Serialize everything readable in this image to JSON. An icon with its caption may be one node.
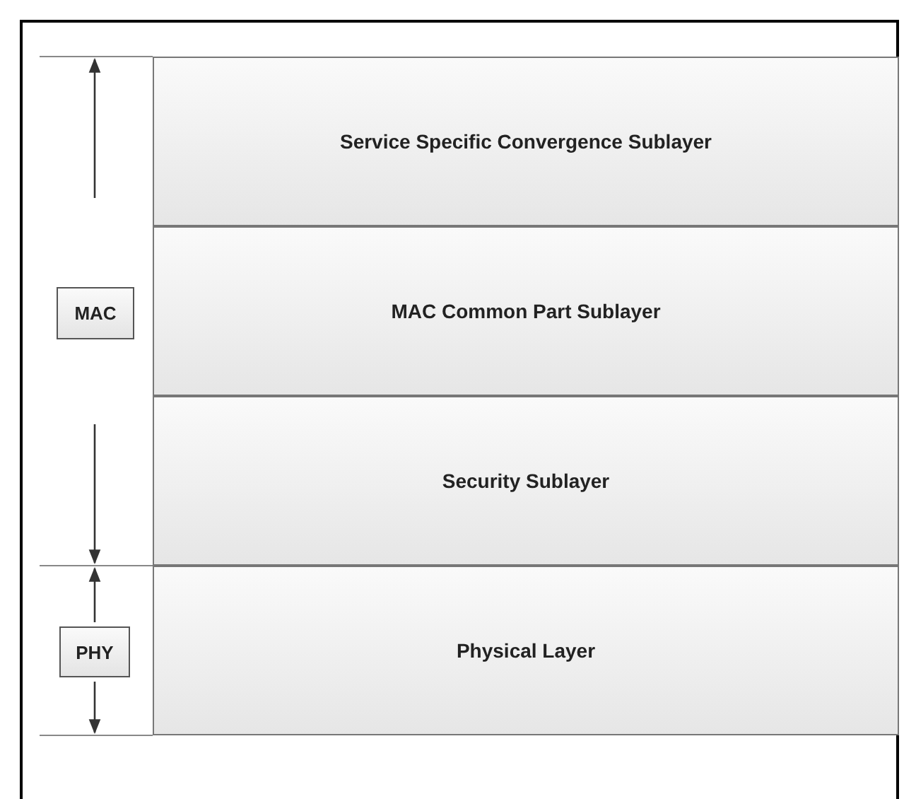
{
  "diagram": {
    "nodes": [
      {
        "text": [
          "Service Specific Convergence Sublayer"
        ]
      },
      {
        "text": [
          "MAC Common Part Sublayer"
        ]
      },
      {
        "text": [
          "Security Sublayer"
        ]
      },
      {
        "text": [
          "Physical Layer"
        ]
      },
      {
        "text": [
          "MAC"
        ]
      },
      {
        "text": [
          "PHY"
        ]
      }
    ]
  }
}
